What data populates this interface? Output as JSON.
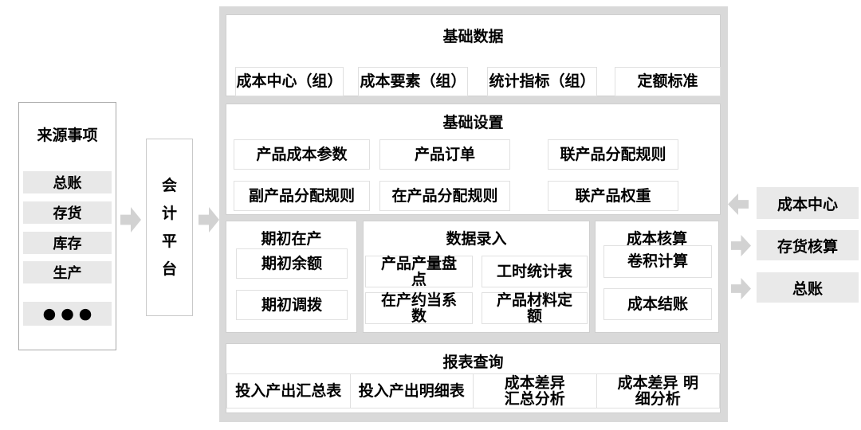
{
  "source_panel": {
    "title": "来源事项",
    "items": [
      "总账",
      "存货",
      "库存",
      "生产",
      "●●●"
    ]
  },
  "platform": {
    "title": "会计平台"
  },
  "main": {
    "basic_data": {
      "title": "基础数据",
      "buttons": [
        "成本中心（组）",
        "成本要素（组）",
        "统计指标（组）",
        "定额标准"
      ]
    },
    "basic_settings": {
      "title": "基础设置",
      "buttons": [
        "产品成本参数",
        "产品订单",
        "联产品分配规则",
        "副产品分配规则",
        "在产品分配规则",
        "联产品权重"
      ]
    },
    "opening_wip": {
      "title": "期初在产",
      "buttons": [
        "期初余额",
        "期初调拨"
      ]
    },
    "data_entry": {
      "title": "数据录入",
      "buttons": [
        {
          "label": "产品产量盘点",
          "lines": [
            "产品产量盘",
            "点"
          ]
        },
        {
          "label": "工时统计表",
          "lines": [
            "工时统计表",
            ""
          ]
        },
        {
          "label": "在产约当系数",
          "lines": [
            "在产约当系",
            "数"
          ]
        },
        {
          "label": "产品材料定额",
          "lines": [
            "产品材料定",
            "额"
          ]
        }
      ]
    },
    "cost_accounting": {
      "title": "成本核算",
      "buttons": [
        "卷积计算",
        "成本结账"
      ]
    },
    "reports": {
      "title": "报表查询",
      "buttons": [
        {
          "label": "投入产出汇总表",
          "lines": [
            "投入产出汇总表",
            ""
          ]
        },
        {
          "label": "投入产出明细表",
          "lines": [
            "投入产出明细表",
            ""
          ]
        },
        {
          "label": "成本差异汇总分析",
          "lines": [
            "成本差异",
            "汇总分析"
          ]
        },
        {
          "label": "成本差异 明细分析",
          "lines": [
            "成本差异 明",
            "细分析"
          ]
        }
      ]
    }
  },
  "right_links": [
    {
      "label": "成本中心",
      "direction": "in"
    },
    {
      "label": "存货核算",
      "direction": "out"
    },
    {
      "label": "总账",
      "direction": "out"
    }
  ],
  "colors": {
    "board_gray": "#d9d9d9",
    "bar_gray": "#e8e8e8",
    "arrow_gray": "#d2d2d2"
  }
}
